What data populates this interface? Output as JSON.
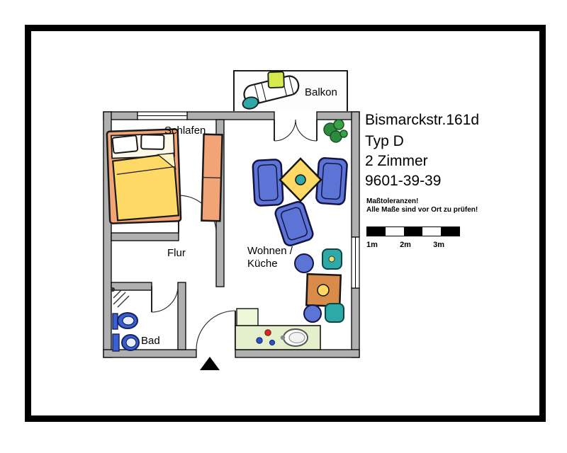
{
  "info": {
    "address": "Bismarckstr.161d",
    "type": "Typ D",
    "size": "2 Zimmer",
    "number": "9601-39-39",
    "notice1": "Maßtoleranzen!",
    "notice2": "Alle Maße sind vor Ort zu prüfen!"
  },
  "rooms": {
    "balkon": "Balkon",
    "schlafen": "Schlafen",
    "flur": "Flur",
    "bad": "Bad",
    "wohnen_line1": "Wohnen /",
    "wohnen_line2": "Küche"
  },
  "scale": {
    "labels": [
      "1m",
      "2m",
      "3m"
    ]
  },
  "colors": {
    "wall": "#b0b0b0",
    "bed_blanket": "#ffd966",
    "bed_frame": "#f2a477",
    "wardrobe": "#f2a477",
    "sofa_blue": "#5b74d6",
    "teal": "#2fa8a8",
    "dining_table": "#d98c4a",
    "kitchen_counter": "#e4f0cc",
    "plant_green": "#2e8b3d",
    "cushion_green": "#d6e94e",
    "fixture_blue": "#3a5fd0",
    "stove_red": "#d22d22",
    "stove_blue": "#2a52c8"
  }
}
